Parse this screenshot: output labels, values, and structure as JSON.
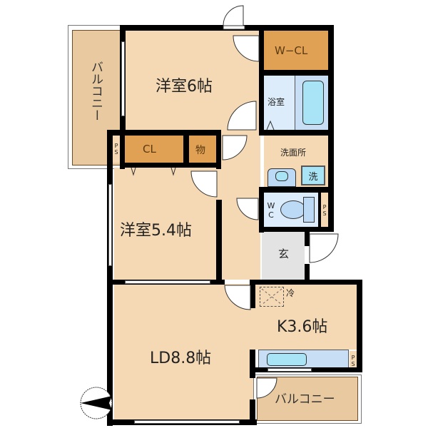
{
  "floorplan": {
    "rooms": [
      {
        "id": "western-room-1",
        "label": "洋室6帖",
        "type": "bedroom",
        "size_jo": 6
      },
      {
        "id": "western-room-2",
        "label": "洋室5.4帖",
        "type": "bedroom",
        "size_jo": 5.4
      },
      {
        "id": "living-dining",
        "label": "LD8.8帖",
        "type": "living-dining",
        "size_jo": 8.8
      },
      {
        "id": "kitchen",
        "label": "K3.6帖",
        "type": "kitchen",
        "size_jo": 3.6
      }
    ],
    "storage": {
      "walk_in_closet": "W−CL",
      "closet": "CL",
      "storeroom": "物"
    },
    "wet_areas": {
      "bathroom": "浴室",
      "washroom": "洗面所",
      "washer": "洗",
      "toilet": "W C"
    },
    "entrance": "玄",
    "refrigerator": "冷",
    "pipe_shaft": "P S",
    "balconies": {
      "west": "バルコニー",
      "south": "バルコニー"
    },
    "compass": "north-arrow"
  },
  "colors": {
    "floor": "#f5d9b4",
    "closet": "#e0a155",
    "wet": "#dcecfa",
    "fixture": "#a8e4f5",
    "genkan": "#e3e3e3",
    "balcony": "#e8c9a0",
    "wall": "#000000"
  }
}
